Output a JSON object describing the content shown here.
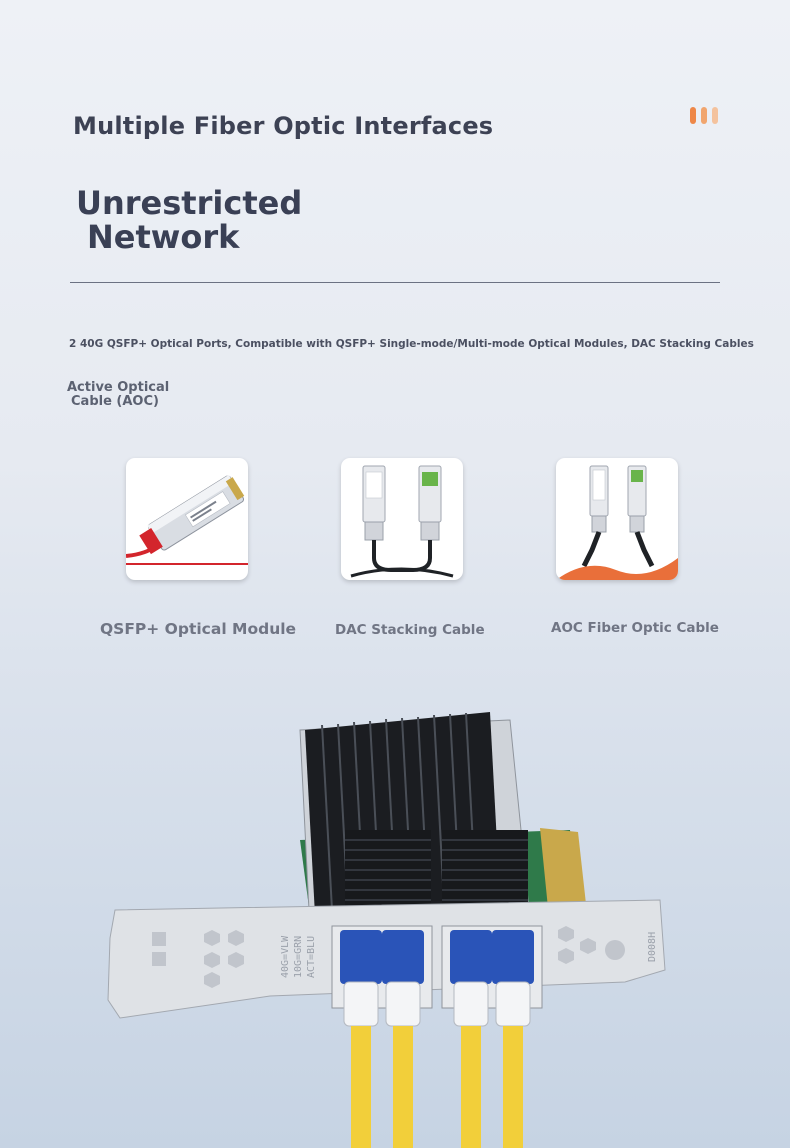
{
  "header": {
    "title": "Multiple Fiber Optic Interfaces",
    "accent_colors": [
      "#ee8748",
      "#f1a56e",
      "#f4c29d"
    ]
  },
  "headline": {
    "line1": "Unrestricted",
    "line2": "Network"
  },
  "description": "2 40G QSFP+ Optical Ports, Compatible with QSFP+ Single-mode/Multi-mode Optical Modules, DAC Stacking Cables",
  "aoc_label": {
    "line1": "Active Optical",
    "line2": "Cable (AOC)"
  },
  "products": [
    {
      "caption": "QSFP+ Optical Module",
      "icon": "qsfp-module-icon"
    },
    {
      "caption": "DAC Stacking Cable",
      "icon": "dac-cable-icon"
    },
    {
      "caption": "AOC Fiber Optic Cable",
      "icon": "aoc-cable-icon"
    }
  ],
  "network_card": {
    "icon": "network-card-photo",
    "bracket_text": [
      "40G=VLW",
      "10G=GRN",
      "ACT=BLU"
    ],
    "model_text": "D008H"
  }
}
